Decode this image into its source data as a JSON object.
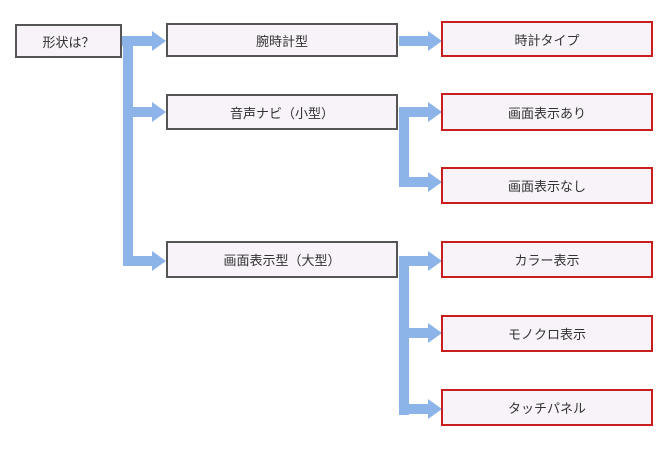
{
  "colors": {
    "connector": "#8cb4e8",
    "box_fill": "#f7f3f8",
    "root_border": "#555555",
    "leaf_border": "#c81e1e"
  },
  "tree": {
    "root": "形状は？",
    "categories": [
      {
        "label": "腕時計型",
        "options": [
          "時計タイプ"
        ]
      },
      {
        "label": "音声ナビ（小型）",
        "options": [
          "画面表示あり",
          "画面表示なし"
        ]
      },
      {
        "label": "画面表示型（大型）",
        "options": [
          "カラー表示",
          "モノクロ表示",
          "タッチパネル"
        ]
      }
    ]
  }
}
